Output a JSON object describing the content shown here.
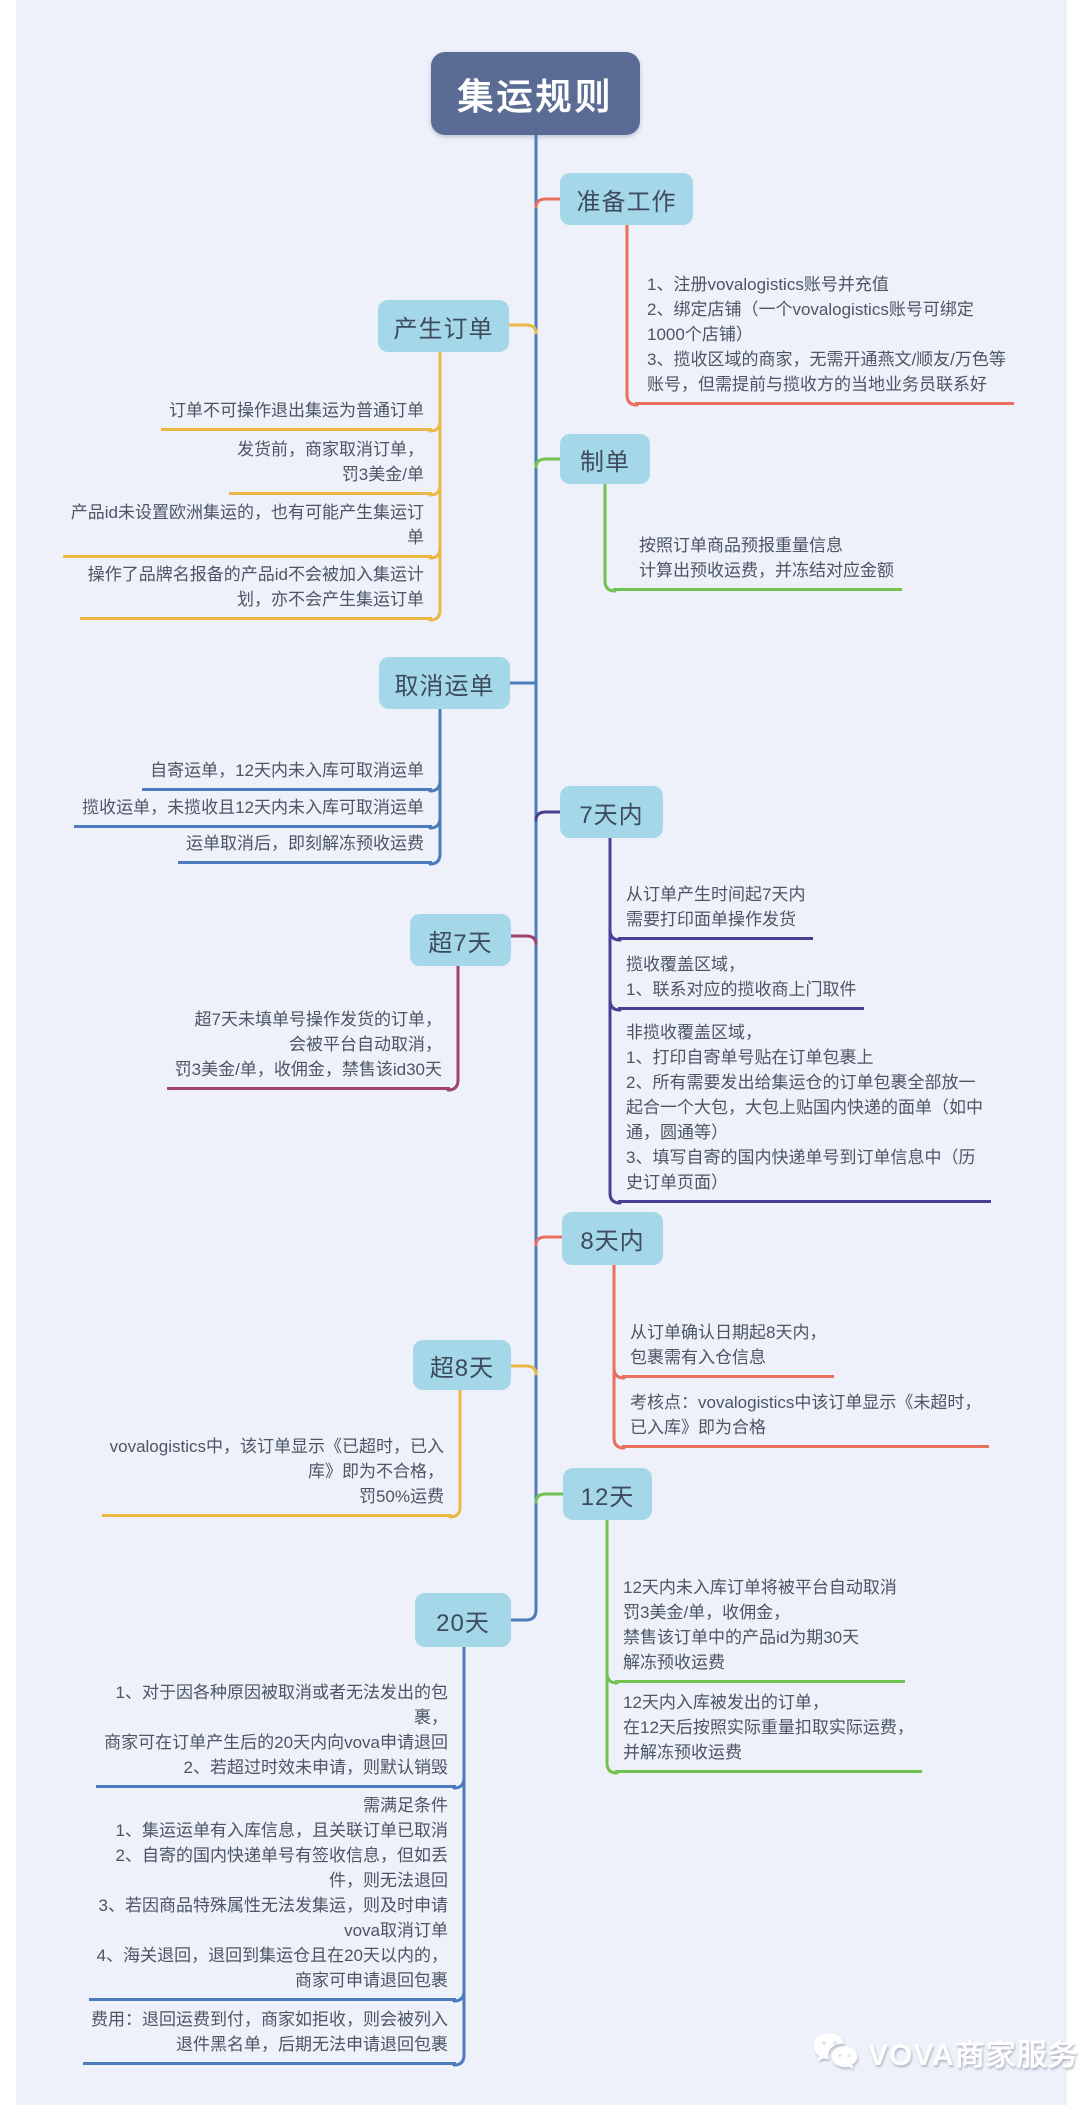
{
  "title": "集运规则",
  "colors": {
    "red": "#e9705c",
    "green": "#72c251",
    "blue": "#4b7cbb",
    "yellow": "#e9b847",
    "indigo": "#4a3e95",
    "magenta": "#a0436e",
    "box": "#a4d7e8",
    "slate": "#5a6b94",
    "bg": "#eef1f9",
    "note_text": "#4b5565"
  },
  "right": [
    {
      "label": "准备工作",
      "notes": [
        {
          "text": "1、注册vovalogistics账号并充值\n2、绑定店铺（一个vovalogistics账号可绑定\n1000个店铺）\n3、揽收区域的商家，无需开通燕文/顺友/万色等\n账号，但需提前与揽收方的当地业务员联系好"
        }
      ]
    },
    {
      "label": "制单",
      "notes": [
        {
          "text": "按照订单商品预报重量信息\n计算出预收运费，并冻结对应金额"
        }
      ]
    },
    {
      "label": "7天内",
      "notes": [
        {
          "text": "从订单产生时间起7天内\n需要打印面单操作发货"
        },
        {
          "text": "揽收覆盖区域，\n1、联系对应的揽收商上门取件"
        },
        {
          "text": "非揽收覆盖区域，\n1、打印自寄单号贴在订单包裹上\n2、所有需要发出给集运仓的订单包裹全部放一\n起合一个大包，大包上贴国内快递的面单（如中\n通，圆通等）\n3、填写自寄的国内快递单号到订单信息中（历\n史订单页面）"
        }
      ]
    },
    {
      "label": "8天内",
      "notes": [
        {
          "text": "从订单确认日期起8天内，\n包裹需有入仓信息"
        },
        {
          "text": "考核点：vovalogistics中该订单显示《未超时，\n已入库》即为合格"
        }
      ]
    },
    {
      "label": "12天",
      "notes": [
        {
          "text": "12天内未入库订单将被平台自动取消\n罚3美金/单，收佣金，\n禁售该订单中的产品id为期30天\n解冻预收运费"
        },
        {
          "text": "12天内入库被发出的订单，\n在12天后按照实际重量扣取实际运费，\n并解冻预收运费"
        }
      ]
    }
  ],
  "left": [
    {
      "label": "产生订单",
      "notes": [
        {
          "text": "订单不可操作退出集运为普通订单"
        },
        {
          "text": "发货前，商家取消订单，\n罚3美金/单"
        },
        {
          "text": "产品id未设置欧洲集运的，也有可能产生集运订\n单"
        },
        {
          "text": "操作了品牌名报备的产品id不会被加入集运计\n划，亦不会产生集运订单"
        }
      ]
    },
    {
      "label": "取消运单",
      "notes": [
        {
          "text": "自寄运单，12天内未入库可取消运单"
        },
        {
          "text": "揽收运单，未揽收且12天内未入库可取消运单"
        },
        {
          "text": "运单取消后，即刻解冻预收运费"
        }
      ]
    },
    {
      "label": "超7天",
      "notes": [
        {
          "text": "超7天未填单号操作发货的订单，\n会被平台自动取消，\n罚3美金/单，收佣金，禁售该id30天"
        }
      ]
    },
    {
      "label": "超8天",
      "notes": [
        {
          "text": "vovalogistics中，该订单显示《已超时，已入\n库》即为不合格，\n罚50%运费"
        }
      ]
    },
    {
      "label": "20天",
      "notes": [
        {
          "text": "1、对于因各种原因被取消或者无法发出的包\n裹，\n商家可在订单产生后的20天内向vova申请退回\n2、若超过时效未申请，则默认销毁"
        },
        {
          "text": "需满足条件\n1、集运运单有入库信息，且关联订单已取消\n2、自寄的国内快递单号有签收信息，但如丢\n件，则无法退回\n3、若因商品特殊属性无法发集运，则及时申请\nvova取消订单\n4、海关退回，退回到集运仓且在20天以内的，\n商家可申请退回包裹"
        },
        {
          "text": "费用：退回运费到付，商家如拒收，则会被列入\n退件黑名单，后期无法申请退回包裹"
        }
      ]
    }
  ],
  "watermark": {
    "label": "VOVA商家服务",
    "icon": "wechat-icon"
  }
}
